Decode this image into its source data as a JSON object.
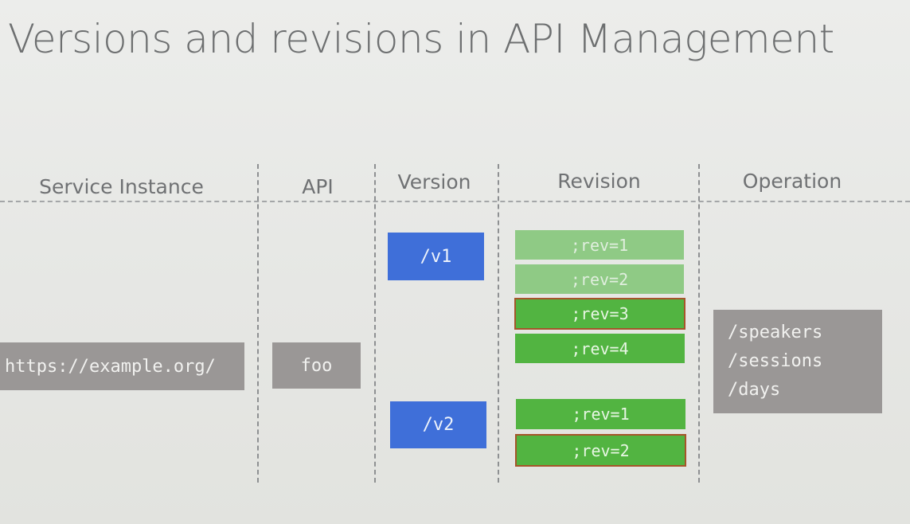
{
  "title": "Versions and revisions in API Management",
  "headers": {
    "service_instance": "Service Instance",
    "api": "API",
    "version": "Version",
    "revision": "Revision",
    "operation": "Operation"
  },
  "service_instance": {
    "url": "https://example.org/"
  },
  "api": {
    "name": "foo"
  },
  "versions": {
    "v1": {
      "label": "/v1"
    },
    "v2": {
      "label": "/v2"
    }
  },
  "revisions": {
    "v1": [
      {
        "label": ";rev=1",
        "state": "faded"
      },
      {
        "label": ";rev=2",
        "state": "faded"
      },
      {
        "label": ";rev=3",
        "state": "current"
      },
      {
        "label": ";rev=4",
        "state": "normal"
      }
    ],
    "v2": [
      {
        "label": ";rev=1",
        "state": "normal"
      },
      {
        "label": ";rev=2",
        "state": "current"
      }
    ]
  },
  "operations": [
    "/speakers",
    "/sessions",
    "/days"
  ],
  "colors": {
    "grey_box": "#9a9796",
    "version_blue": "#3f6fd9",
    "revision_green": "#52b441",
    "revision_faded": "#8fca85",
    "current_border": "#a5552a"
  }
}
